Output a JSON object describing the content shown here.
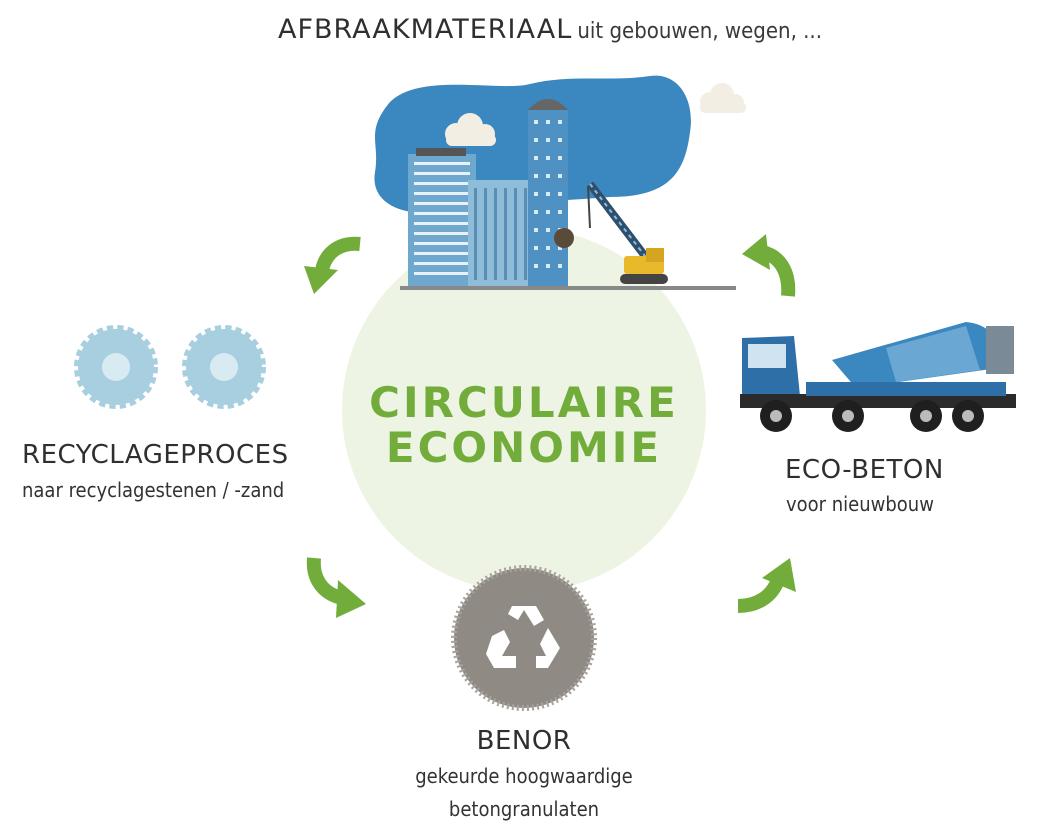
{
  "diagram": {
    "title_main": "AFBRAAKMATERIAAL",
    "title_sub": "uit gebouwen, wegen, ...",
    "center_line1": "CIRCULAIRE",
    "center_line2": "ECONOMIE",
    "recycling": {
      "title": "RECYCLAGEPROCES",
      "subtitle": "naar recyclagestenen / -zand"
    },
    "benor": {
      "title": "BENOR",
      "subtitle_line1": "gekeurde hoogwaardige",
      "subtitle_line2": "betongranulaten"
    },
    "eco_beton": {
      "title": "ECO-BETON",
      "subtitle": "voor nieuwbouw"
    },
    "icons": [
      "city-demolition-icon",
      "gear-icon",
      "recycle-icon",
      "concrete-mixer-truck-icon",
      "arrow-icon"
    ],
    "colors": {
      "accent_green": "#72ad3b",
      "center_fill": "#eef4e3",
      "sky_blue": "#3b87bf",
      "building_blue": "#6fa8cf",
      "gear_blue": "#a8cfe0",
      "truck_blue": "#2f6fa8"
    }
  }
}
